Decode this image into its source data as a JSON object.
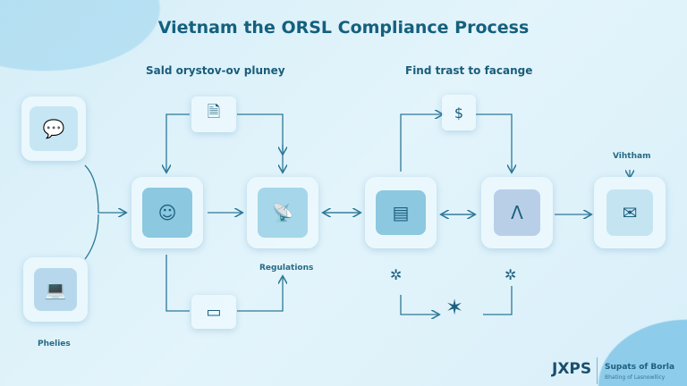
{
  "title": "Vietnam the ORSL Compliance Process",
  "section_left": "Sald orystov-ov pluney",
  "section_right": "Find trast to facange",
  "labels": {
    "phelies": "Phelies",
    "regulations": "Regulations",
    "vietnam": "Vihtham"
  },
  "footer": {
    "logo": "JXPS",
    "org_name": "Supats of Borla",
    "org_tagline": "Bhating of Lasnowllicy"
  },
  "icons": [
    "chat-icon",
    "document-icon",
    "robot-face-icon",
    "satellite-dish-icon",
    "server-icon",
    "funds-icon",
    "compass-icon",
    "email-icon",
    "laptop-icon",
    "card-icon",
    "gear-icon",
    "signal-icon"
  ],
  "colors": {
    "title": "#14607e",
    "accent": "#2b84a8",
    "tile": "#8cc8e0"
  }
}
